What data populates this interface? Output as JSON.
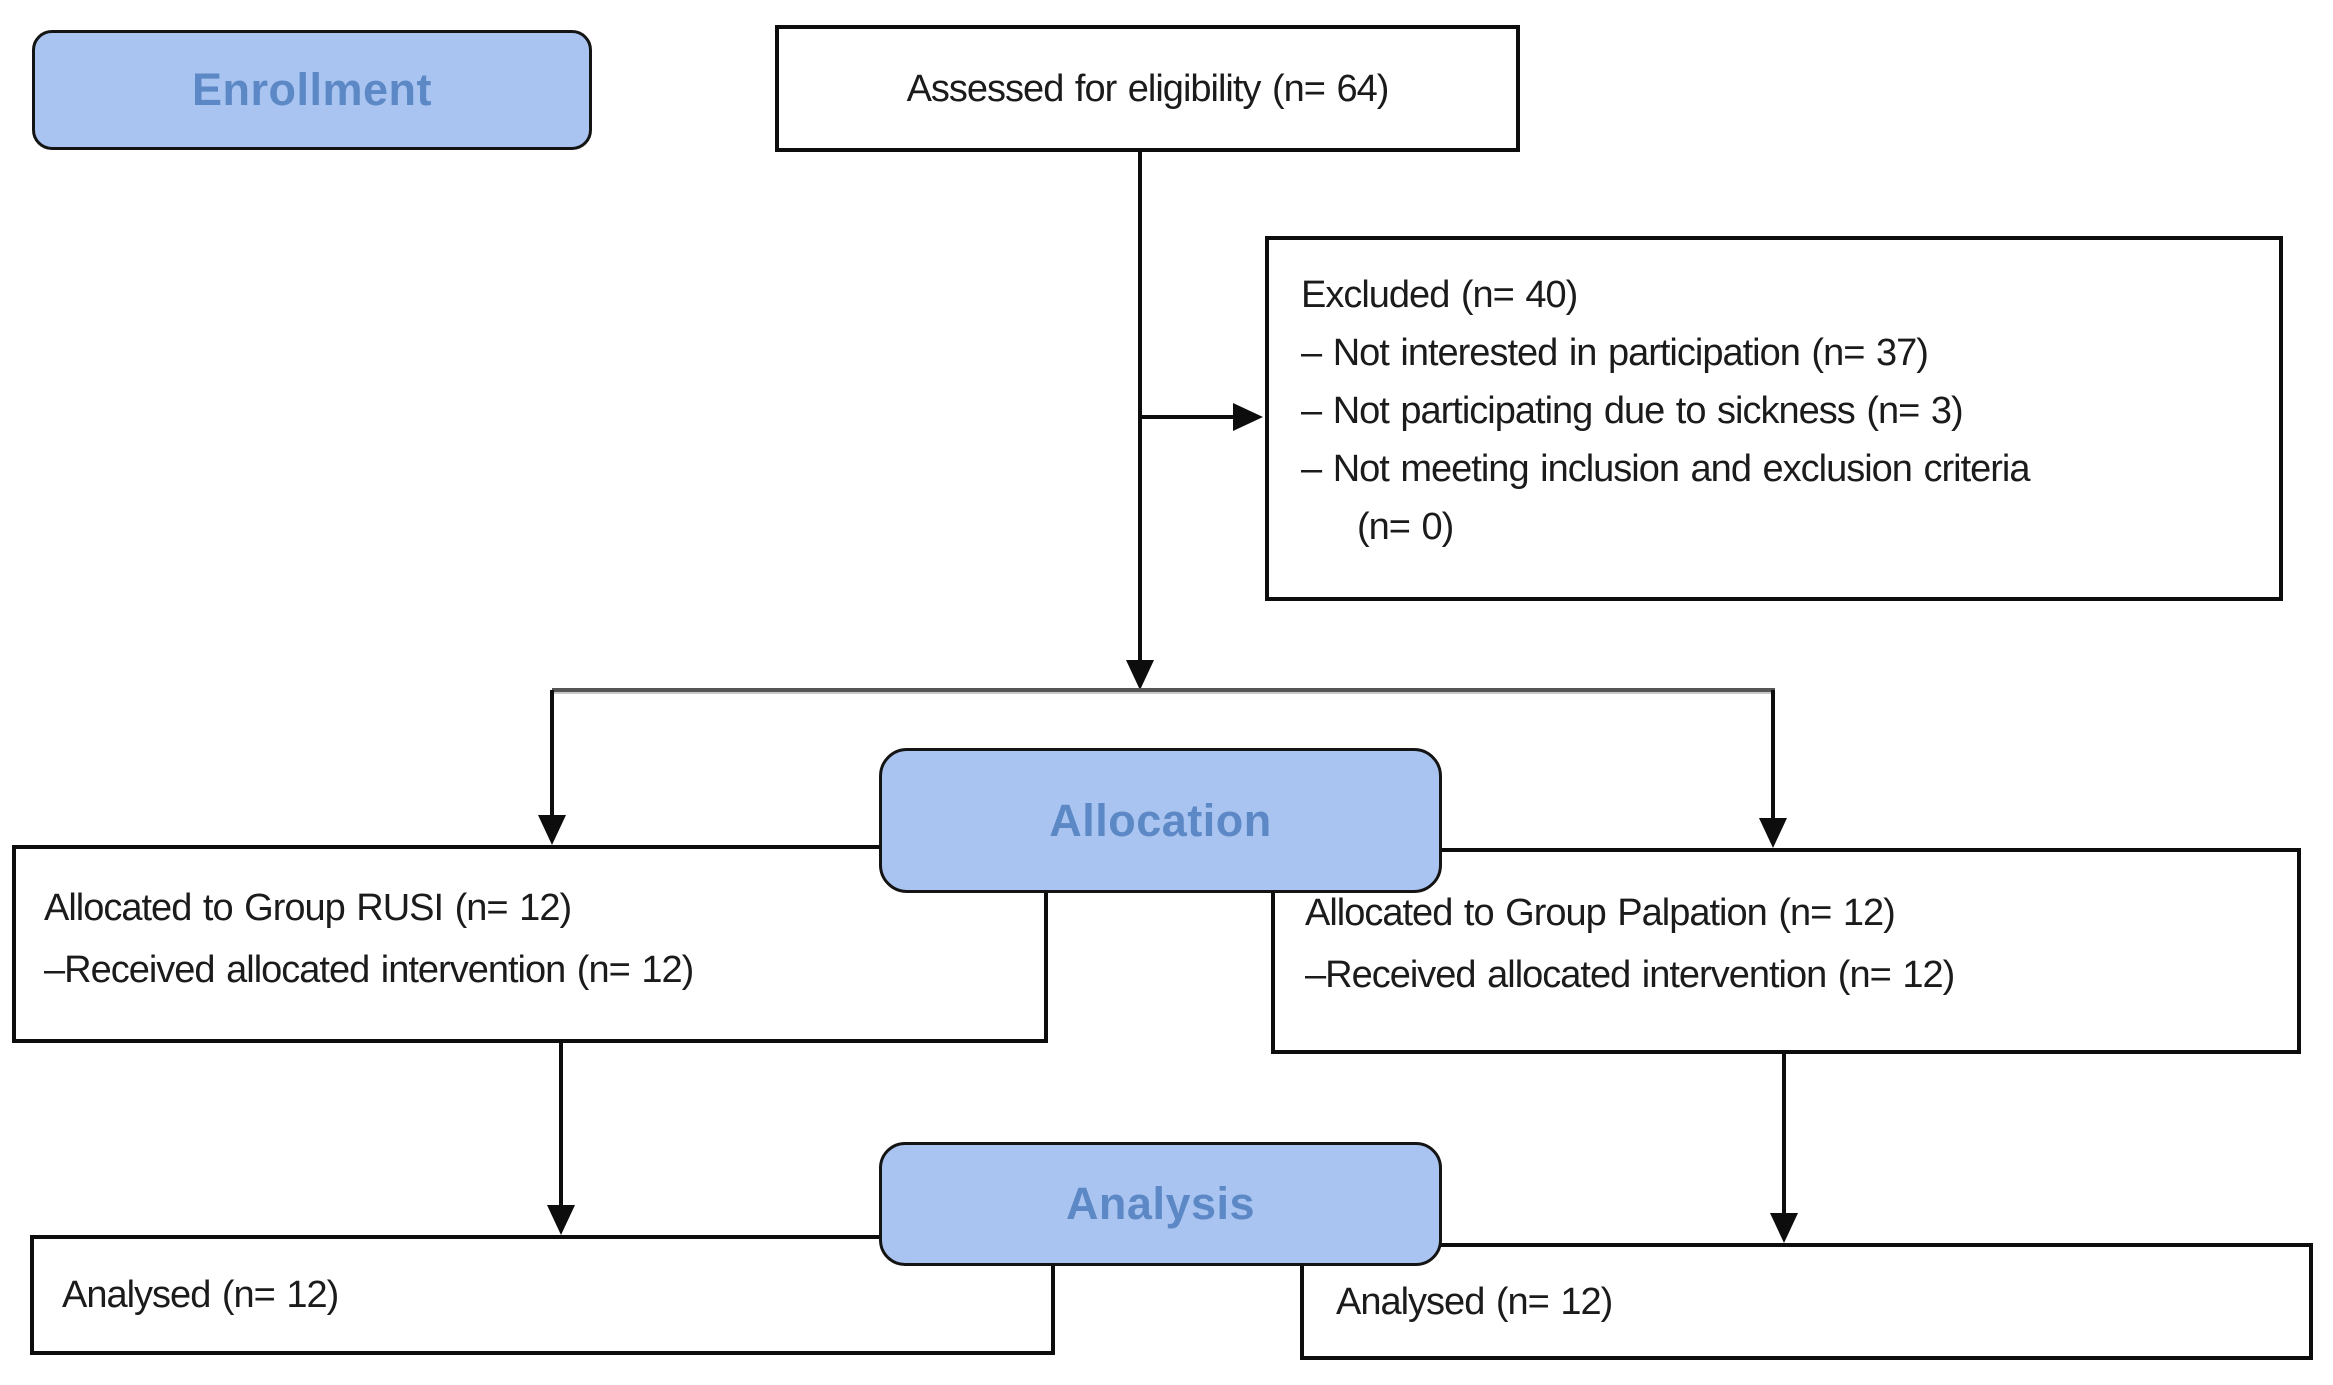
{
  "stages": {
    "enrollment_label": "Enrollment",
    "allocation_label": "Allocation",
    "analysis_label": "Analysis"
  },
  "enrollment": {
    "assessed_text": "Assessed for eligibility (n= 64)",
    "excluded": {
      "heading": "Excluded (n= 40)",
      "reasons": [
        "– Not interested in participation (n= 37)",
        "– Not participating due to sickness (n= 3)",
        "– Not meeting inclusion and exclusion criteria",
        "(n= 0)"
      ]
    }
  },
  "allocation": {
    "left_group": {
      "line1": "Allocated to Group RUSI (n= 12)",
      "line2": "–Received allocated intervention (n= 12)"
    },
    "right_group": {
      "line1": "Allocated to Group Palpation (n= 12)",
      "line2": "–Received allocated intervention (n= 12)"
    }
  },
  "analysis": {
    "left_text": "Analysed (n= 12)",
    "right_text": "Analysed (n= 12)"
  },
  "colors": {
    "banner_fill": "#a9c4f0",
    "banner_text": "#5c88c5",
    "box_border": "#0d0d0d",
    "branch_connector": "#555555"
  }
}
